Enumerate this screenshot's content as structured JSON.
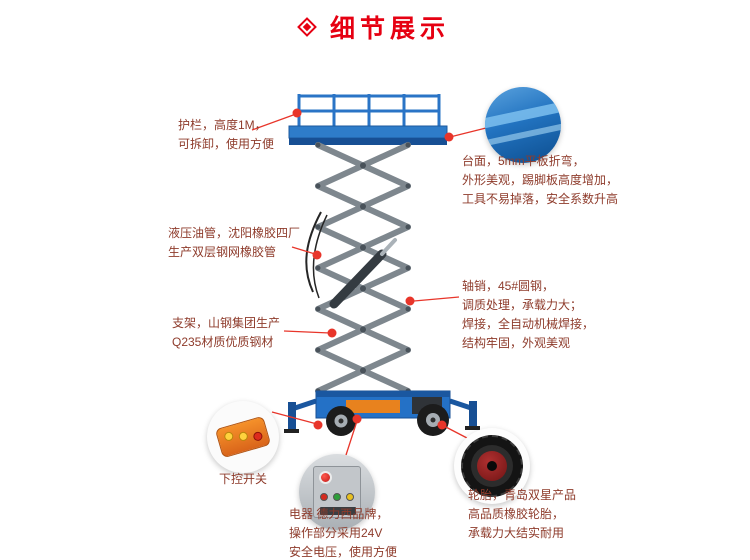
{
  "header": {
    "title": "细节展示",
    "title_color": "#e60012",
    "icon": "diamond-icon"
  },
  "callouts": {
    "guardrail": {
      "lines": [
        "护栏，高度1M，",
        "可拆卸，使用方便"
      ]
    },
    "platform": {
      "lines": [
        "台面，5mm平板折弯，",
        "外形美观，踢脚板高度增加，",
        "工具不易掉落，安全系数升高"
      ]
    },
    "hydraulic_hose": {
      "lines": [
        "液压油管，沈阳橡胶四厂",
        "生产双层钢网橡胶管"
      ]
    },
    "support_frame": {
      "lines": [
        "支架，山钢集团生产",
        "Q235材质优质钢材"
      ]
    },
    "axle_pin": {
      "lines": [
        "轴销，45#圆钢，",
        "调质处理，承载力大；",
        "焊接，全自动机械焊接，",
        "结构牢固，外观美观"
      ]
    },
    "lower_control": {
      "label": "下控开关"
    },
    "electrics": {
      "lines": [
        "电器 德力西品牌，",
        "操作部分采用24V",
        "安全电压，使用方便"
      ]
    },
    "tires": {
      "lines": [
        "轮胎，青岛双星产品",
        "高品质橡胶轮胎，",
        "承载力大结实耐用"
      ]
    }
  },
  "colors": {
    "accent_red": "#e60012",
    "leader_red": "#e8352a",
    "callout_text": "#8e3b2b",
    "lift_blue": "#2471c6",
    "scissor_gray": "#7e878e"
  }
}
